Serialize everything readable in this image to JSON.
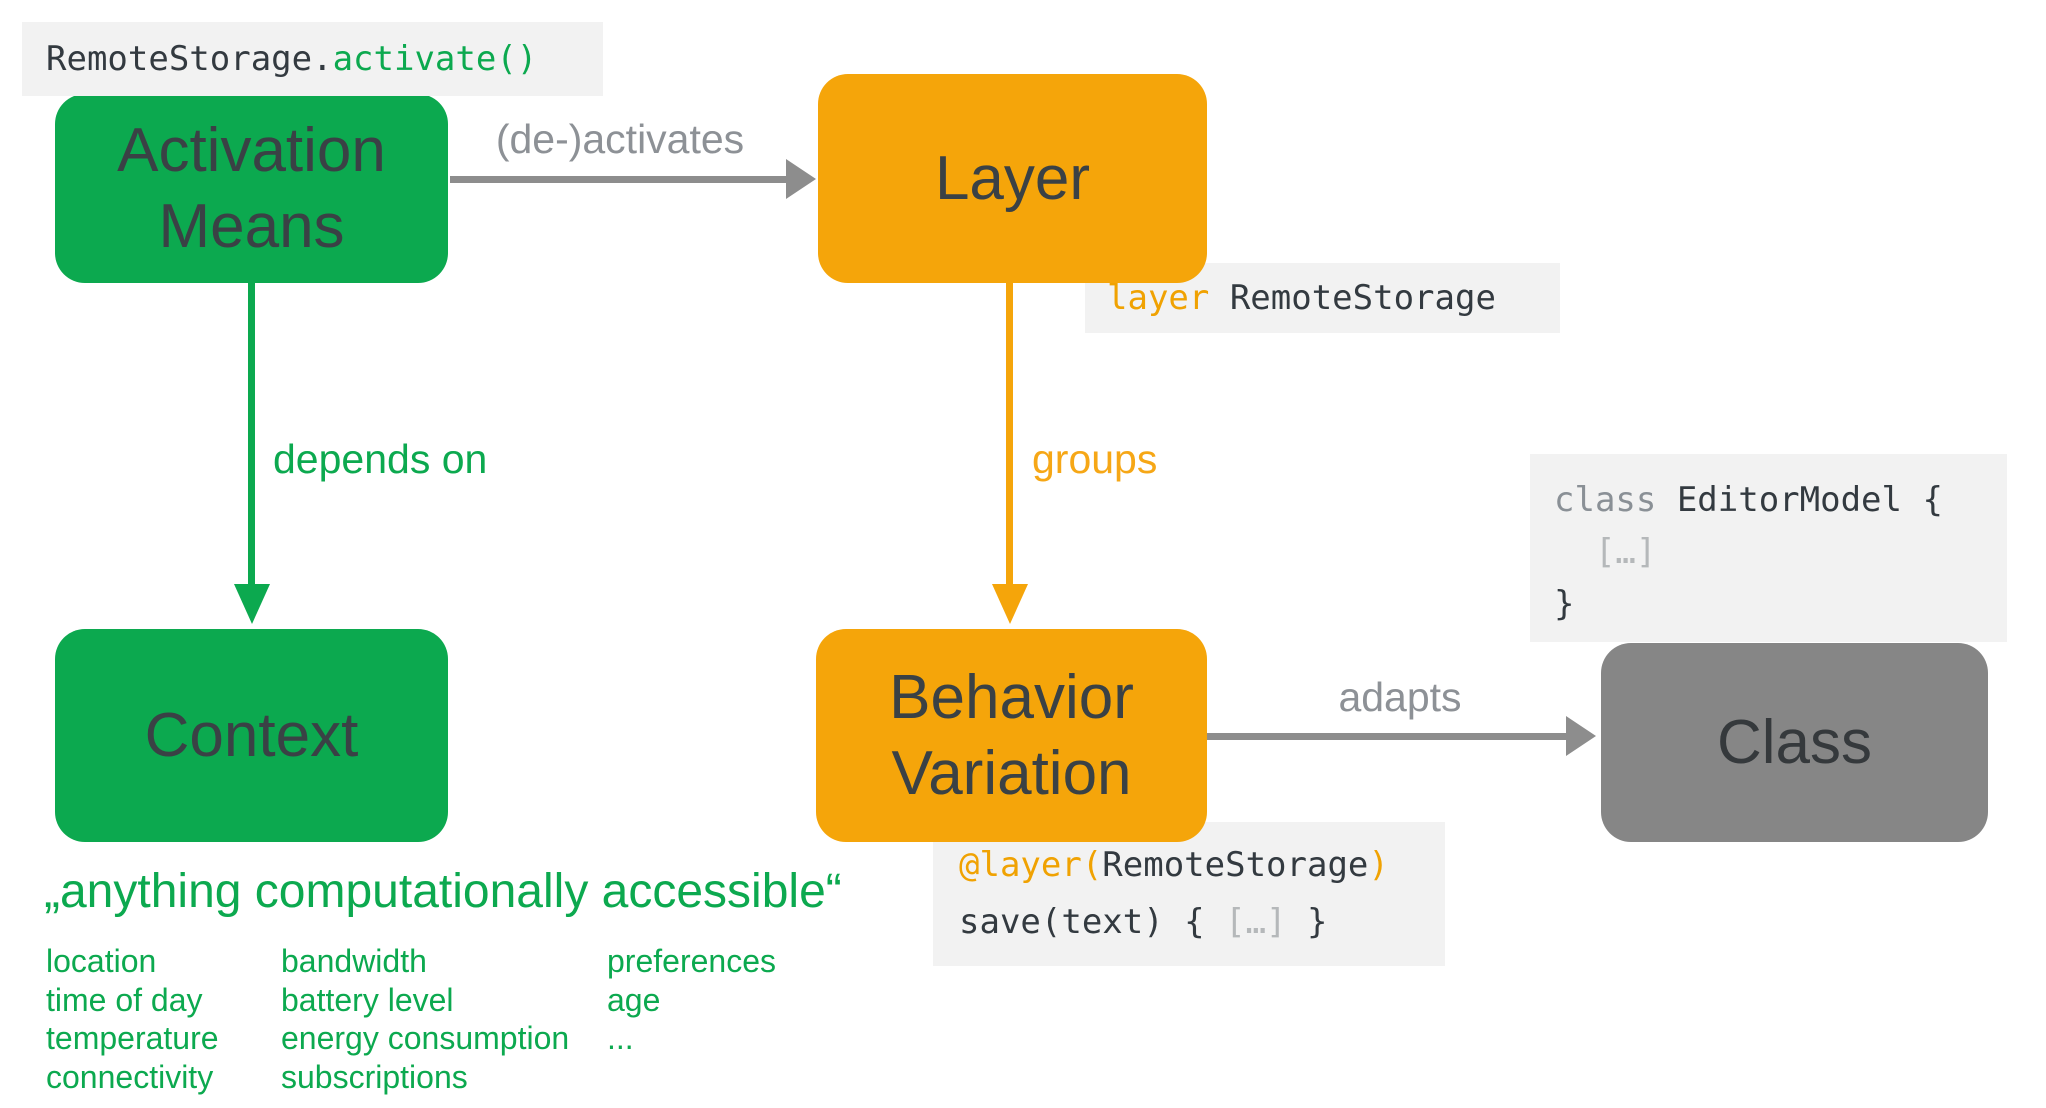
{
  "nodes": {
    "activation_means": {
      "line1": "Activation",
      "line2": "Means"
    },
    "layer": {
      "label": "Layer"
    },
    "context": {
      "label": "Context"
    },
    "behavior_variation": {
      "line1": "Behavior",
      "line2": "Variation"
    },
    "class_node": {
      "label": "Class"
    }
  },
  "edges": {
    "deactivates": {
      "label": "(de-)activates"
    },
    "depends_on": {
      "label": "depends on"
    },
    "groups": {
      "label": "groups"
    },
    "adapts": {
      "label": "adapts"
    }
  },
  "code": {
    "activate_call": {
      "object_part": "RemoteStorage.",
      "method_part": "activate()"
    },
    "layer_decl": {
      "keyword": "layer",
      "name": " RemoteStorage"
    },
    "class_decl": {
      "line1_keyword": "class",
      "line1_rest": " EditorModel {",
      "line2_body": "  […]",
      "line3_close": "}"
    },
    "layer_annotation": {
      "line1_open": "@layer(",
      "line1_arg": "RemoteStorage",
      "line1_close": ")",
      "line2_pre": "save(text) { ",
      "line2_body": "[…]",
      "line2_post": " }"
    }
  },
  "note": {
    "quote": "„anything computationally accessible“",
    "columns": [
      {
        "items": [
          "location",
          "time of day",
          "temperature",
          "connectivity"
        ]
      },
      {
        "items": [
          "bandwidth",
          "battery level",
          "energy consumption",
          "subscriptions"
        ]
      },
      {
        "items": [
          "preferences",
          "age",
          "..."
        ]
      }
    ]
  },
  "colors": {
    "green": "#0ca94f",
    "orange": "#f5a50a",
    "code_orange": "#f0a202",
    "gray_node": "#868686",
    "gray_arrow": "#8d8d8d",
    "gray_label_text": "#8d9196",
    "code_bg": "#f2f2f2",
    "code_dark": "#333a40",
    "code_gray": "#8a9096",
    "code_light": "#b5b8ba",
    "node_text": "#3a4145"
  }
}
